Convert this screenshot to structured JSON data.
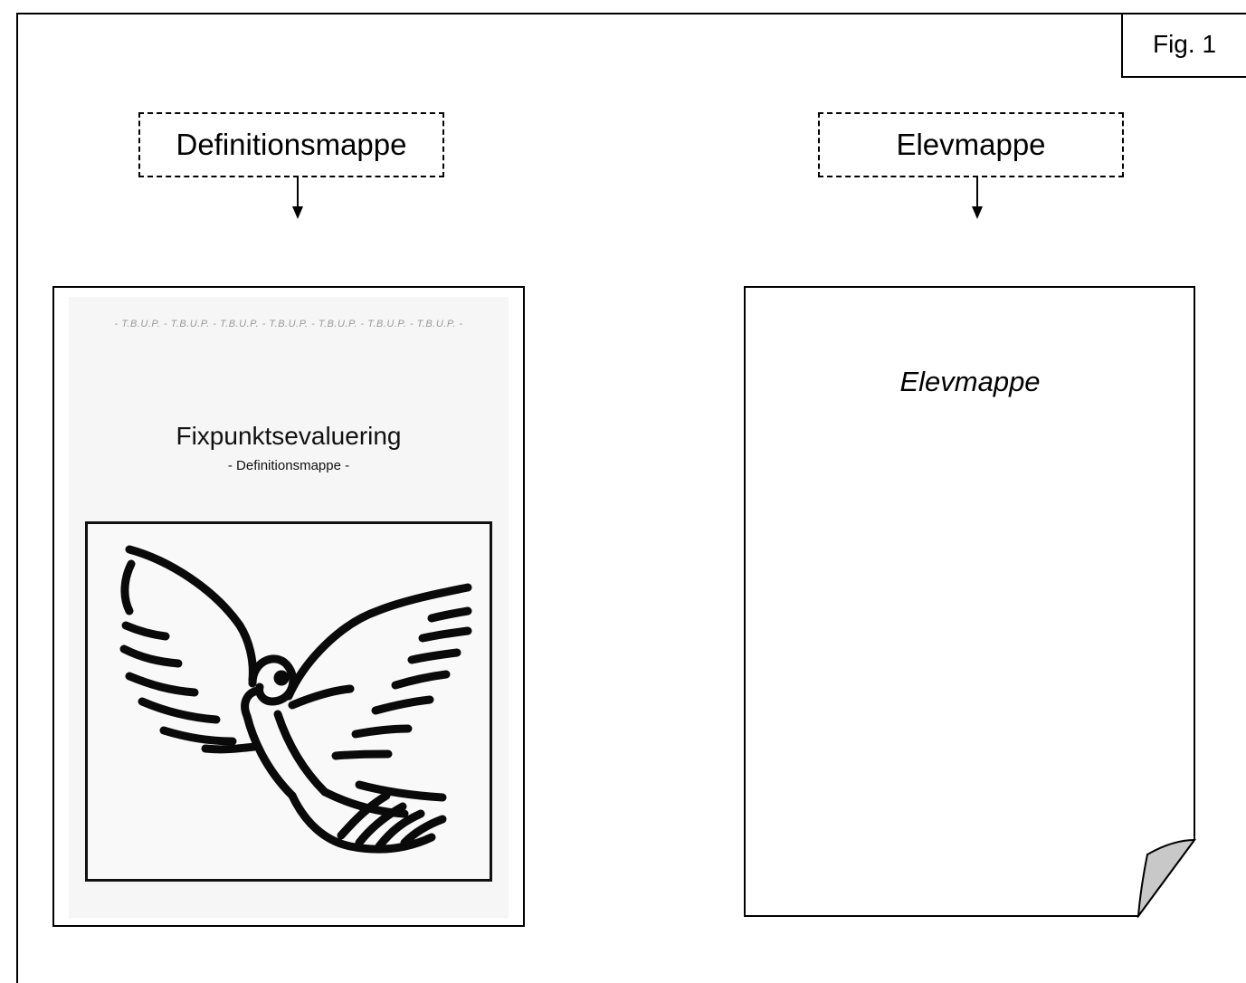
{
  "figure_label": "Fig. 1",
  "left": {
    "header": "Definitionsmappe",
    "cover": {
      "dotted_line": "- T.B.U.P. - T.B.U.P. - T.B.U.P. - T.B.U.P. - T.B.U.P. - T.B.U.P. - T.B.U.P. -",
      "title": "Fixpunktsevaluering",
      "subtitle": "- Definitionsmappe -",
      "illustration_icon": "dove-icon"
    }
  },
  "right": {
    "header": "Elevmappe",
    "page_label": "Elevmappe",
    "page_icon": "curled-page-icon"
  }
}
